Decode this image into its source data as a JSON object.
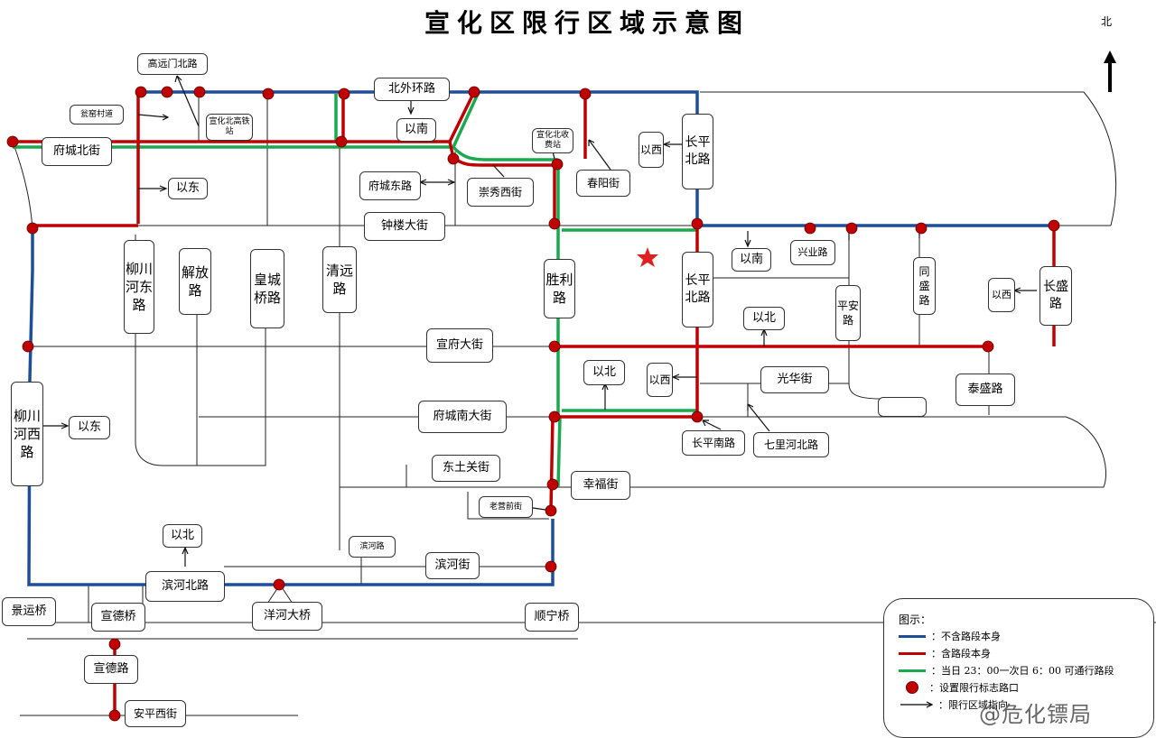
{
  "title": "宣化区限行区域示意图",
  "north_label": "北",
  "colors": {
    "outside_route": "#1f4e99",
    "inside_route": "#c00000",
    "night_route": "#19a94f",
    "sign_dot": "#c00000",
    "star": "#e02020"
  },
  "labels": {
    "gaoyuanmen": "高远门北路",
    "tanyaocun": "瓮窑村道",
    "xuanhuabei_gaotie": "宣化北高铁站",
    "beiwaihuan": "北外环路",
    "yinan_top": "以南",
    "fuchengbei": "府城北街",
    "yidong_top": "以东",
    "xuanhuabei_shoufei": "宣化北收费站",
    "chunyang": "春阳街",
    "yixi_top": "以西",
    "changping_bei_top": "长平北路",
    "fuchengdong": "府城东路",
    "chongxiuxi": "崇秀西街",
    "zhonglou": "钟楼大街",
    "yinan_mid": "以南",
    "xingye": "兴业路",
    "liuchuanhe_dong": "柳川河东路",
    "jiefang": "解放路",
    "huangchengqiao": "皇城桥路",
    "qingyuan": "清远路",
    "shengli": "胜利路",
    "changping_bei_mid": "长平北路",
    "tongsheng": "同盛路",
    "pingan": "平安路",
    "yibei_right": "以北",
    "yixi_right": "以西",
    "changsheng": "长盛路",
    "xuanfu": "宣府大街",
    "liuchuanhe_xi": "柳川河西路",
    "yibei_mid": "以北",
    "yixi_mid": "以西",
    "guanghua": "光华街",
    "taisheng": "泰盛路",
    "yidong_left": "以东",
    "fuchengnan": "府城南大街",
    "changpingnan": "长平南路",
    "qilihebei": "七里河北路",
    "dongtuguan": "东土关街",
    "xingfu": "幸福街",
    "laoyingqian": "老营前街",
    "yibei_bottom": "以北",
    "binhe_lu": "滨河路",
    "binhe_jie": "滨河街",
    "binhe_bei": "滨河北路",
    "jingyun": "景运桥",
    "xuande_qiao": "宣德桥",
    "yanghe": "洋河大桥",
    "shunning": "顺宁桥",
    "xuande_lu": "宣德路",
    "anping": "安平西街"
  },
  "legend": {
    "title": "图示：",
    "outside": "：不含路段本身",
    "inside": "：含路段本身",
    "night": "：当日 23：00一次日 6：00 可通行路段",
    "dot": "：设置限行标志路口",
    "arrow": "：限行区域指向"
  },
  "watermark": "@危化镖局"
}
